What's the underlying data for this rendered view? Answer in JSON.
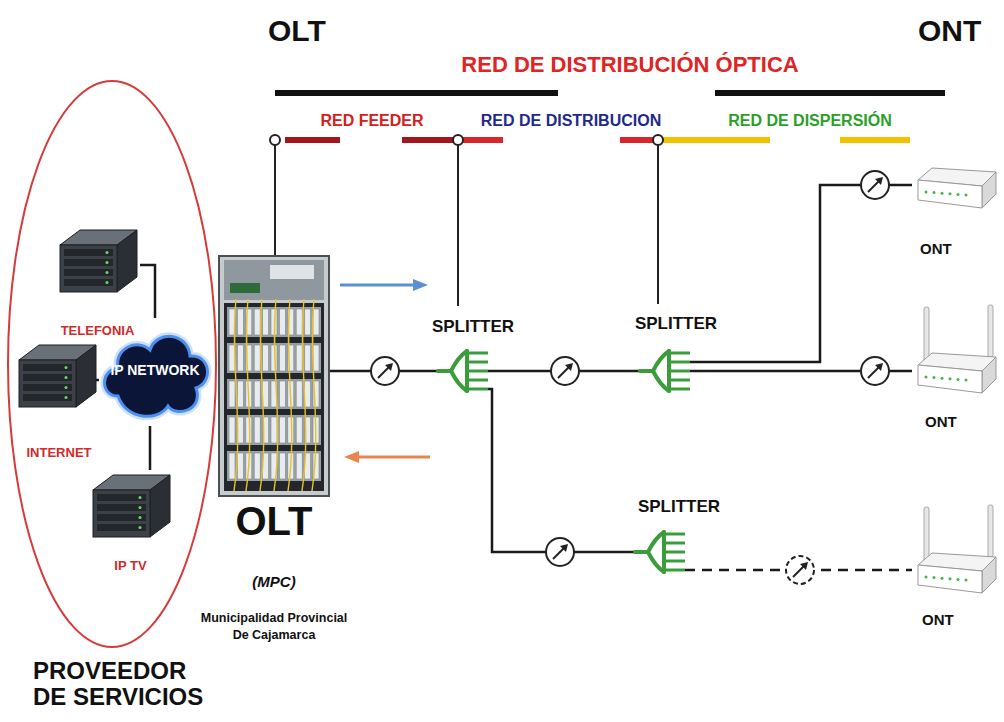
{
  "diagram": {
    "nodes": [
      {
        "text": [
          "PROVEEDOR DE SERVICIOS"
        ]
      },
      {
        "text": [
          "IP NETWORK"
        ],
        "in": 0
      },
      {
        "text": [
          "TELEFONIA"
        ],
        "in": 0
      },
      {
        "text": [
          "INTERNET"
        ],
        "in": 0
      },
      {
        "text": [
          "IP TV"
        ],
        "in": 0
      },
      {
        "text": [
          "OLT",
          "(MPC)",
          "Municipalidad Provincial De Cajamarca"
        ]
      },
      {
        "text": [
          "SPLITTER"
        ]
      },
      {
        "text": [
          "SPLITTER"
        ]
      },
      {
        "text": [
          "SPLITTER"
        ]
      },
      {
        "text": [
          "ONT"
        ]
      },
      {
        "text": [
          "ONT"
        ]
      },
      {
        "text": [
          "ONT"
        ]
      }
    ],
    "edges": [
      {
        "from": 2,
        "to": 1,
        "arrow": "none"
      },
      {
        "from": 3,
        "to": 1,
        "arrow": "none"
      },
      {
        "from": 4,
        "to": 1,
        "arrow": "none"
      },
      {
        "from": 5,
        "to": 6,
        "arrow": "none"
      },
      {
        "from": 6,
        "to": 7,
        "arrow": "none"
      },
      {
        "from": 6,
        "to": 8,
        "arrow": "none"
      },
      {
        "from": 7,
        "to": 9,
        "arrow": "none"
      },
      {
        "from": 7,
        "to": 10,
        "arrow": "none"
      },
      {
        "from": 8,
        "to": 11,
        "arrow": "none"
      }
    ],
    "labels": [
      "OLT",
      "ONT",
      "RED DE DISTRIBUCIÓN ÓPTICA",
      "RED FEEDER",
      "RED DE DISTRIBUCION",
      "RED DE DISPERSIÓN"
    ]
  }
}
